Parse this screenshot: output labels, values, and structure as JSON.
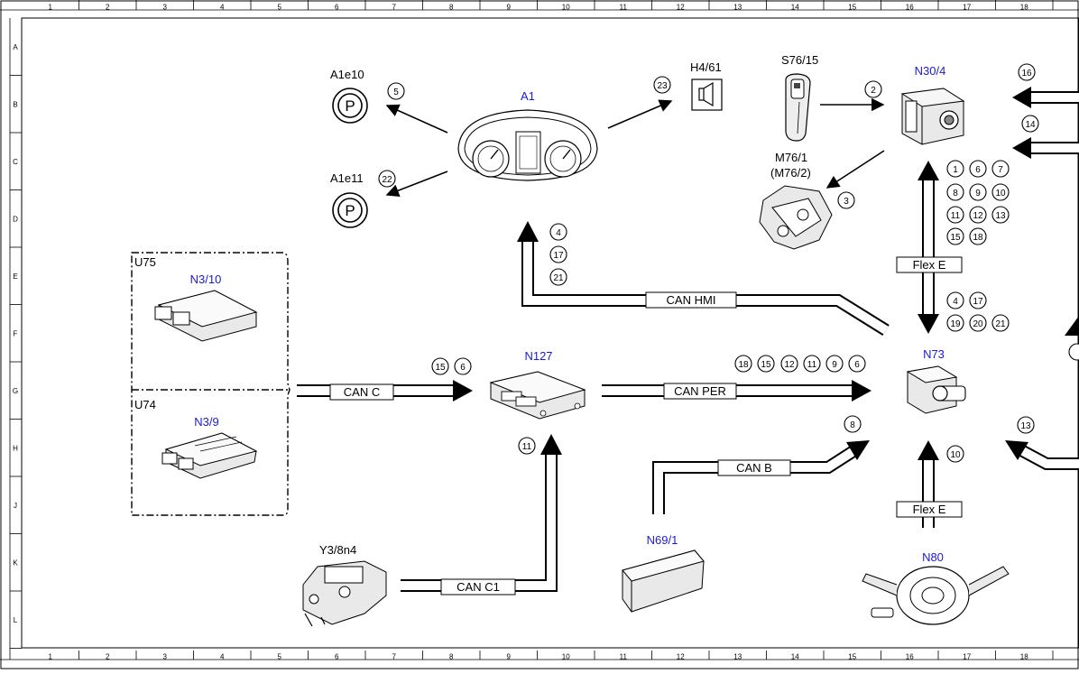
{
  "grid": {
    "columns": [
      "1",
      "2",
      "3",
      "4",
      "5",
      "6",
      "7",
      "8",
      "9",
      "10",
      "11",
      "12",
      "13",
      "14",
      "15",
      "16",
      "17",
      "18"
    ],
    "rows": [
      "A",
      "B",
      "C",
      "D",
      "E",
      "F",
      "G",
      "H",
      "J",
      "K",
      "L"
    ]
  },
  "components": {
    "a1": "A1",
    "a1e10": "A1e10",
    "a1e11": "A1e11",
    "h4_61": "H4/61",
    "s76_15": "S76/15",
    "n30_4": "N30/4",
    "m76_1": "M76/1",
    "m76_2": "(M76/2)",
    "u75": "U75",
    "n3_10": "N3/10",
    "u74": "U74",
    "n3_9": "N3/9",
    "n127": "N127",
    "n73": "N73",
    "n69_1": "N69/1",
    "y3_8n4": "Y3/8n4",
    "n80": "N80"
  },
  "symbols": {
    "park_1": "P",
    "park_2": "P"
  },
  "buses": {
    "can_hmi": "CAN HMI",
    "can_c": "CAN C",
    "can_per": "CAN PER",
    "can_b": "CAN B",
    "can_c1": "CAN C1",
    "flex_e_top": "Flex E",
    "flex_e_bottom": "Flex E"
  },
  "callouts": {
    "c5": "5",
    "c22": "22",
    "c23": "23",
    "c2": "2",
    "c3": "3",
    "c16": "16",
    "c14": "14",
    "hmi_4": "4",
    "hmi_17": "17",
    "hmi_21": "21",
    "n30_1": "1",
    "n30_6": "6",
    "n30_7": "7",
    "n30_8": "8",
    "n30_9": "9",
    "n30_10": "10",
    "n30_11": "11",
    "n30_12": "12",
    "n30_13": "13",
    "n30_15": "15",
    "n30_18": "18",
    "n73_4": "4",
    "n73_17": "17",
    "n73_19": "19",
    "n73_20": "20",
    "n73_21": "21",
    "canc_15": "15",
    "canc_6": "6",
    "per_18": "18",
    "per_15": "15",
    "per_12": "12",
    "per_11": "11",
    "per_9": "9",
    "per_6": "6",
    "c11_low": "11",
    "c8": "8",
    "c13": "13",
    "c10": "10"
  }
}
